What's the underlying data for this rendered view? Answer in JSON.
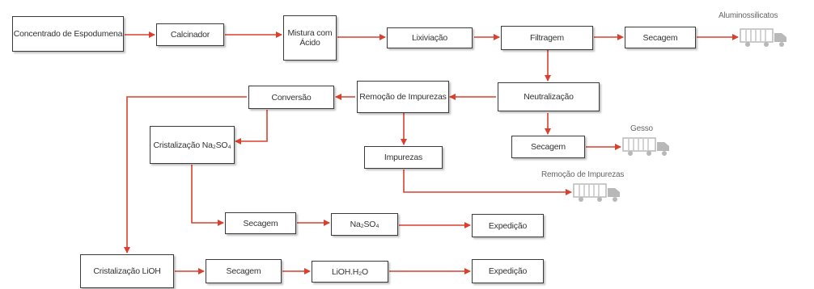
{
  "nodes": {
    "espodumena": "Concentrado de Espodumena",
    "calcinador": "Calcinador",
    "mistura": "Mistura com Ácido",
    "lixiviacao": "Lixiviação",
    "filtragem": "Filtragem",
    "secagem1": "Secagem",
    "neutralizacao": "Neutralização",
    "remocao": "Remoção de Impurezas",
    "conversao": "Conversão",
    "secagem2": "Secagem",
    "impurezas": "Impurezas",
    "crist_na": "Cristalização Na₂SO₄",
    "secagem3": "Secagem",
    "na2so4": "Na₂SO₄",
    "expedicao1": "Expedição",
    "crist_li": "Cristalização LiOH",
    "secagem4": "Secagem",
    "lioh": "LiOH.H₂O",
    "expedicao2": "Expedição"
  },
  "outputs": {
    "aluminossilicatos": "Aluminossilicatos",
    "gesso": "Gesso",
    "remocao_impurezas": "Remoção de Impurezas"
  },
  "colors": {
    "arrow": "#d9402f",
    "border": "#3a3a3a",
    "truck": "#b8b8b8"
  },
  "icons": [
    "truck-icon"
  ]
}
